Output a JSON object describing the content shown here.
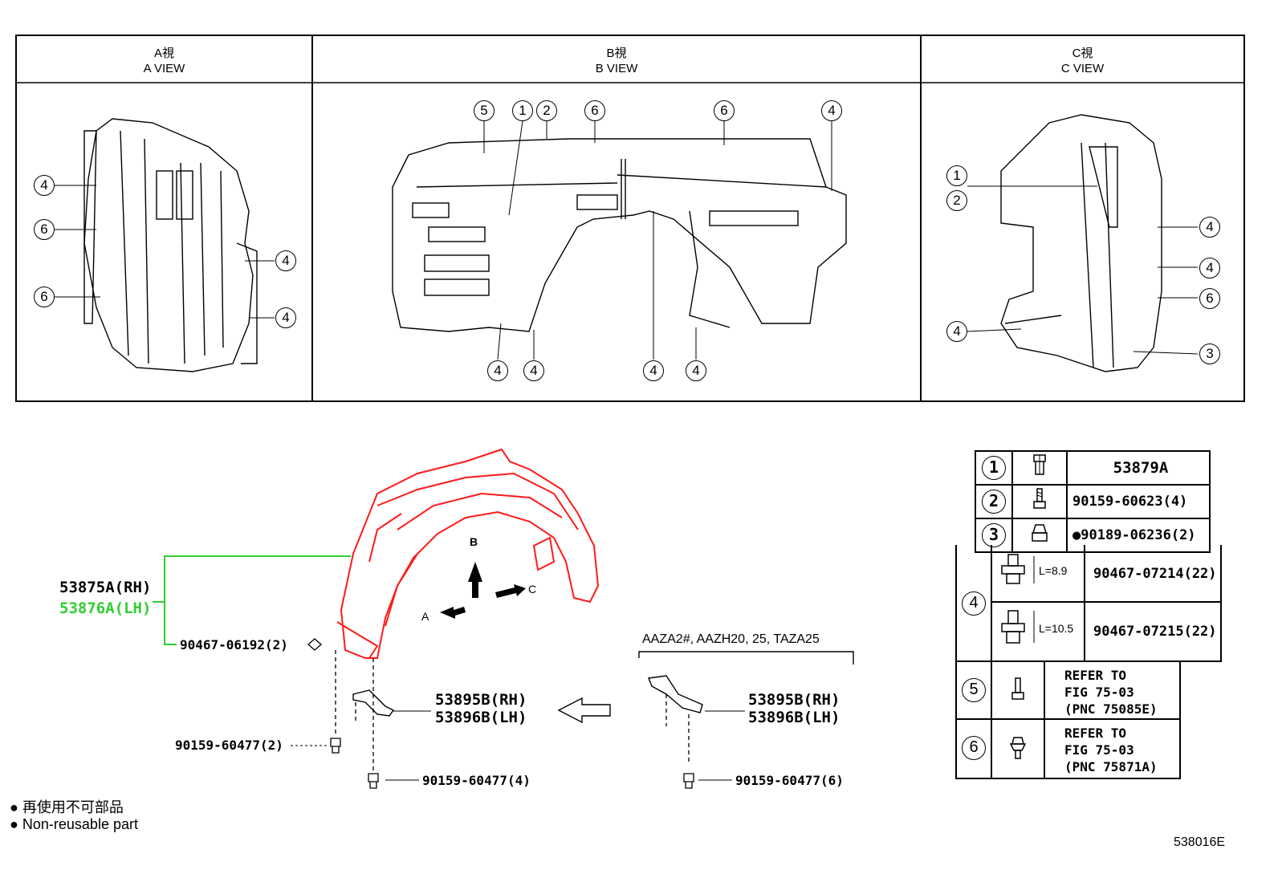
{
  "views": [
    {
      "jp": "A視",
      "en": "A VIEW"
    },
    {
      "jp": "B視",
      "en": "B VIEW"
    },
    {
      "jp": "C視",
      "en": "C VIEW"
    }
  ],
  "view_a_callouts": [
    "4",
    "6",
    "6",
    "4",
    "4"
  ],
  "view_b_callouts": [
    "5",
    "1",
    "2",
    "6",
    "6",
    "4",
    "4",
    "4",
    "4",
    "4"
  ],
  "view_c_callouts": [
    "1",
    "2",
    "4",
    "4",
    "6",
    "4",
    "3"
  ],
  "main": {
    "part_rh": "53875A(RH)",
    "part_lh": "53876A(LH)",
    "clip_part": "90467-06192(2)",
    "screw_left": "90159-60477(2)",
    "screw_mid": "90159-60477(4)",
    "screw_right": "90159-60477(6)",
    "bracket_rh": "53895B(RH)",
    "bracket_lh": "53896B(LH)",
    "bracket_rh_2": "53895B(RH)",
    "bracket_lh_2": "53896B(LH)",
    "model_note": "AAZA2#, AAZH20, 25, TAZA25",
    "arrow_a": "A",
    "arrow_b": "B",
    "arrow_c": "C",
    "accent_red": "#ff1a1a",
    "accent_green": "#2fcf2f"
  },
  "legend": [
    {
      "num": "1",
      "icon": "push-rivet-icon",
      "part": "53879A"
    },
    {
      "num": "2",
      "icon": "screw-icon",
      "part": "90159-60623(4)"
    },
    {
      "num": "3",
      "icon": "nut-icon",
      "part": "90189-06236(2)",
      "marker": "●"
    },
    {
      "num": "4",
      "icon": "clip-icon",
      "l1": "L=8.9",
      "part1": "90467-07214(22)",
      "l2": "L=10.5",
      "part2": "90467-07215(22)"
    },
    {
      "num": "5",
      "icon": "screw-icon",
      "ref1": "REFER TO",
      "ref2": "FIG 75-03",
      "ref3": "(PNC 75085E)"
    },
    {
      "num": "6",
      "icon": "clip-icon",
      "ref1": "REFER TO",
      "ref2": "FIG 75-03",
      "ref3": "(PNC 75871A)"
    }
  ],
  "notes": {
    "marker": "●",
    "jp": "再使用不可部品",
    "en": "Non-reusable part"
  },
  "figure_id": "538016E"
}
